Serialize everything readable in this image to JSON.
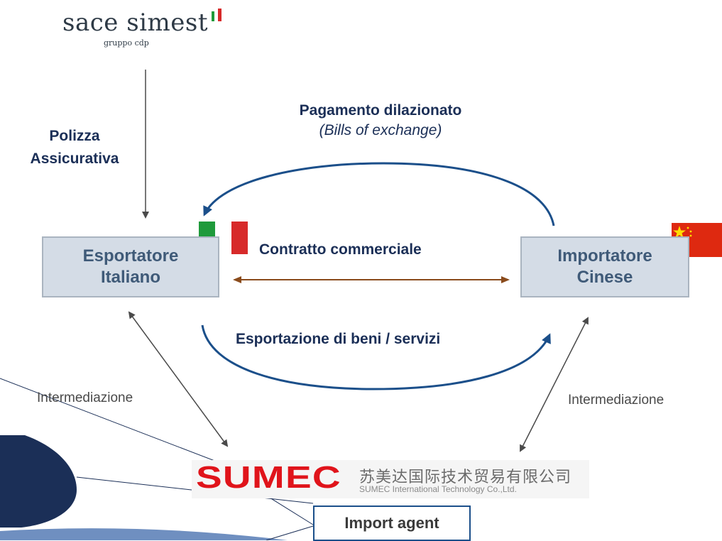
{
  "logo": {
    "name": "sace simest",
    "sub": "gruppo cdp"
  },
  "labels": {
    "policy_line1": "Polizza",
    "policy_line2": "Assicurativa",
    "payment_title": "Pagamento dilazionato",
    "payment_sub": "(Bills of exchange)",
    "contract": "Contratto commerciale",
    "export": "Esportazione di beni / servizi",
    "intermediation_left": "Intermediazione",
    "intermediation_right": "Intermediazione"
  },
  "boxes": {
    "exporter": {
      "line1": "Esportatore",
      "line2": "Italiano"
    },
    "importer": {
      "line1": "Importatore",
      "line2": "Cinese"
    }
  },
  "sumec": {
    "word": "SUMEC",
    "chinese": "苏美达国际技术贸易有限公司",
    "english": "SUMEC International Technology Co.,Ltd."
  },
  "import_agent": "Import agent",
  "colors": {
    "navy": "#1b2f57",
    "arc_blue": "#1b4f8a",
    "contract_arrow": "#8a4b1c",
    "box_fill": "#d4dce6",
    "sumec_red": "#e0141b",
    "italy_green": "#1f9a3b",
    "italy_red": "#d72a2a",
    "china_red": "#de2910",
    "china_star": "#ffde00"
  }
}
